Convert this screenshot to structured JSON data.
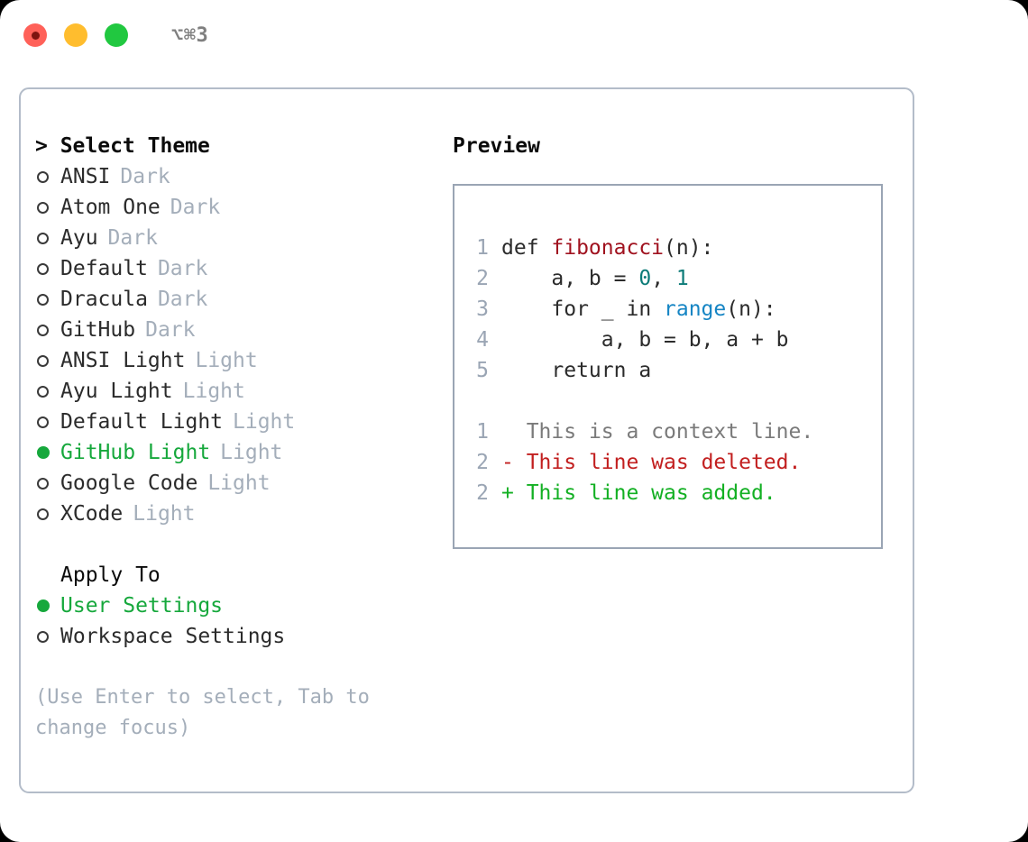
{
  "titlebar": {
    "shortcut": "⌥⌘3",
    "dots": [
      {
        "name": "close",
        "color": "#ff6159"
      },
      {
        "name": "minimize",
        "color": "#ffbd2e"
      },
      {
        "name": "maximize",
        "color": "#21c840"
      }
    ]
  },
  "theme_list": {
    "heading": "> Select Theme",
    "items": [
      {
        "name": "ANSI",
        "variant": "Dark",
        "selected": false
      },
      {
        "name": "Atom One",
        "variant": "Dark",
        "selected": false
      },
      {
        "name": "Ayu",
        "variant": "Dark",
        "selected": false
      },
      {
        "name": "Default",
        "variant": "Dark",
        "selected": false
      },
      {
        "name": "Dracula",
        "variant": "Dark",
        "selected": false
      },
      {
        "name": "GitHub",
        "variant": "Dark",
        "selected": false
      },
      {
        "name": "ANSI Light",
        "variant": "Light",
        "selected": false
      },
      {
        "name": "Ayu Light",
        "variant": "Light",
        "selected": false
      },
      {
        "name": "Default Light",
        "variant": "Light",
        "selected": false
      },
      {
        "name": "GitHub Light",
        "variant": "Light",
        "selected": true
      },
      {
        "name": "Google Code",
        "variant": "Light",
        "selected": false
      },
      {
        "name": "XCode",
        "variant": "Light",
        "selected": false
      }
    ]
  },
  "apply_to": {
    "heading": "Apply To",
    "items": [
      {
        "name": "User Settings",
        "selected": true
      },
      {
        "name": "Workspace Settings",
        "selected": false
      }
    ]
  },
  "hint": "(Use Enter to select, Tab to change focus)",
  "preview": {
    "heading": "Preview",
    "code_lines": [
      {
        "lineno": "1",
        "tokens": [
          {
            "text": "def ",
            "type": "kw"
          },
          {
            "text": "fibonacci",
            "type": "fn"
          },
          {
            "text": "(n):",
            "type": "punc"
          }
        ]
      },
      {
        "lineno": "2",
        "tokens": [
          {
            "text": "    a, b = ",
            "type": "kw"
          },
          {
            "text": "0",
            "type": "num"
          },
          {
            "text": ", ",
            "type": "punc"
          },
          {
            "text": "1",
            "type": "num"
          }
        ]
      },
      {
        "lineno": "3",
        "tokens": [
          {
            "text": "    for _ in ",
            "type": "kw"
          },
          {
            "text": "range",
            "type": "call"
          },
          {
            "text": "(n):",
            "type": "punc"
          }
        ]
      },
      {
        "lineno": "4",
        "tokens": [
          {
            "text": "        a, b = b, a + b",
            "type": "kw"
          }
        ]
      },
      {
        "lineno": "5",
        "tokens": [
          {
            "text": "    return a",
            "type": "kw"
          }
        ]
      }
    ],
    "diff_lines": [
      {
        "lineno": "1",
        "marker": "  ",
        "text": "This is a context line.",
        "type": "ctx"
      },
      {
        "lineno": "2",
        "marker": "- ",
        "text": "This line was deleted.",
        "type": "del"
      },
      {
        "lineno": "2",
        "marker": "+ ",
        "text": "This line was added.",
        "type": "add"
      }
    ]
  },
  "colors": {
    "accent_green": "#16a83c",
    "muted_gray": "#a4aeba",
    "border": "#b3bcc9",
    "preview_border": "#9aa5b4",
    "diff_delete": "#c21f1f",
    "diff_add": "#13b023",
    "syntax_function": "#a0121f",
    "syntax_number": "#0c7b78",
    "syntax_call": "#1685c4"
  }
}
